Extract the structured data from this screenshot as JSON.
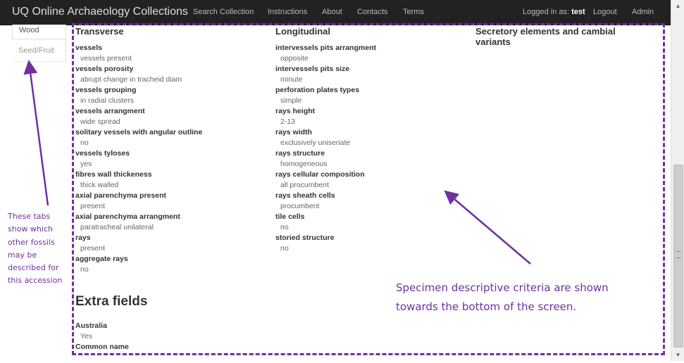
{
  "navbar": {
    "brand": "UQ Online Archaeology Collections",
    "links": [
      "Search Collection",
      "Instructions",
      "About",
      "Contacts",
      "Terms"
    ],
    "logged_in_prefix": "Logged in as:",
    "username": "test",
    "logout": "Logout",
    "admin": "Admin"
  },
  "tabs": [
    "Wood",
    "Seed/Fruit"
  ],
  "columns": [
    {
      "title": "Transverse",
      "criteria": [
        {
          "label": "vessels",
          "value": "vessels present"
        },
        {
          "label": "vessels porosity",
          "value": "abrupt change in tracheid diam"
        },
        {
          "label": "vessels grouping",
          "value": "in radial clusters"
        },
        {
          "label": "vessels arrangment",
          "value": "wide spread"
        },
        {
          "label": "solitary vessels with angular outline",
          "value": "no"
        },
        {
          "label": "vessels tyloses",
          "value": "yes"
        },
        {
          "label": "fibres wall thickeness",
          "value": "thick walled"
        },
        {
          "label": "axial parenchyma present",
          "value": "present"
        },
        {
          "label": "axial parenchyma arrangment",
          "value": "paratracheal unilateral"
        },
        {
          "label": "rays",
          "value": "present"
        },
        {
          "label": "aggregate rays",
          "value": "no"
        }
      ]
    },
    {
      "title": "Longitudinal",
      "criteria": [
        {
          "label": "intervessels pits arrangment",
          "value": "opposite"
        },
        {
          "label": "intervessels pits size",
          "value": "minute"
        },
        {
          "label": "perforation plates types",
          "value": "simple"
        },
        {
          "label": "rays height",
          "value": "2-13"
        },
        {
          "label": "rays width",
          "value": "exclusively uniseriate"
        },
        {
          "label": "rays structure",
          "value": "homogeneous"
        },
        {
          "label": "rays cellular composition",
          "value": "all procumbent"
        },
        {
          "label": "rays sheath cells",
          "value": "procumbent"
        },
        {
          "label": "tile cells",
          "value": "no"
        },
        {
          "label": "storied structure",
          "value": "no"
        }
      ]
    },
    {
      "title": "Secretory elements and cambial variants",
      "criteria": []
    }
  ],
  "extra_fields": {
    "title": "Extra fields",
    "items": [
      {
        "label": "Australia",
        "value": "Yes"
      },
      {
        "label": "Common name",
        "value": ""
      }
    ]
  },
  "annotations": {
    "left": "These tabs show which other fossils may be described for this accession",
    "right": "Specimen descriptive criteria are shown towards the bottom of the screen."
  },
  "colors": {
    "annotation": "#7030a0",
    "navbar": "#222222"
  },
  "icons": {
    "scroll_up": "triangle-up-icon",
    "scroll_down": "triangle-down-icon"
  }
}
